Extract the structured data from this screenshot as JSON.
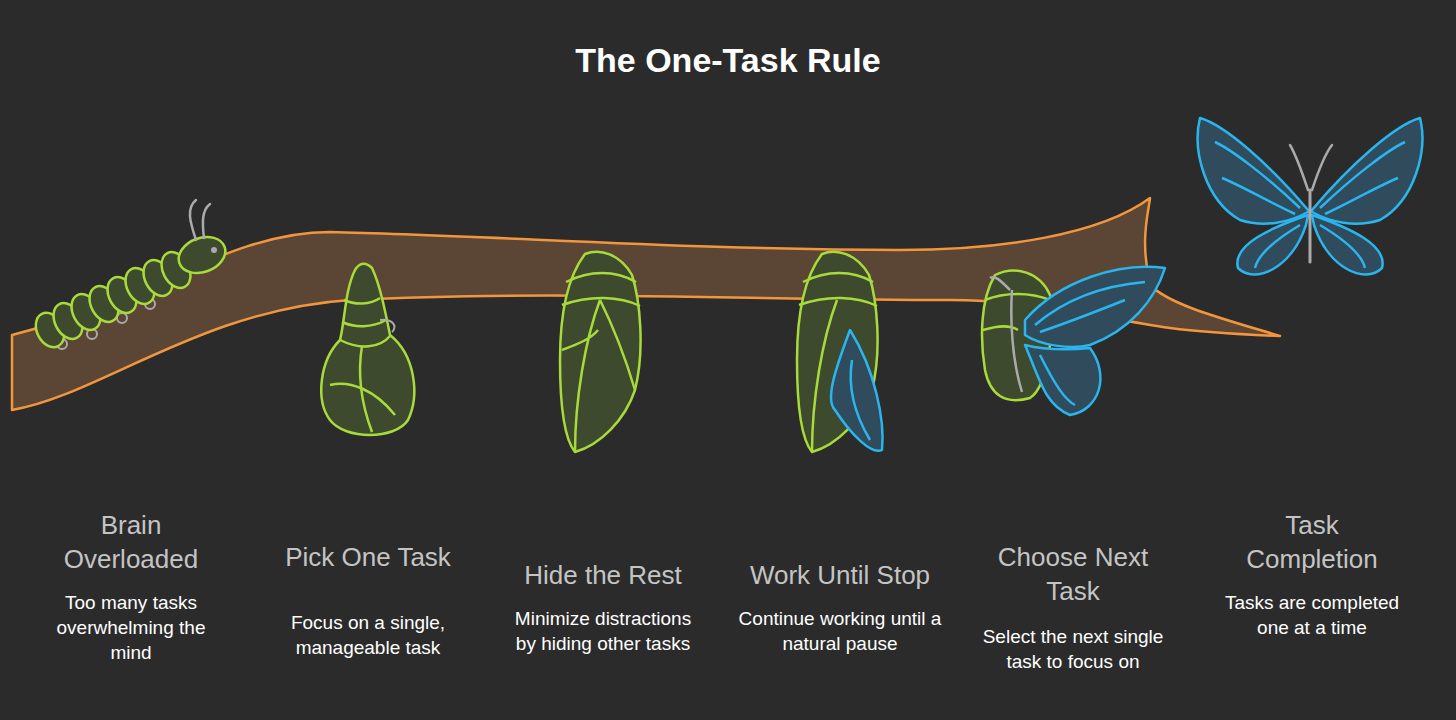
{
  "diagram": {
    "title": "The One-Task Rule",
    "nodes": [
      {
        "text": [
          "Brain Overloaded",
          "Too many tasks overwhelming the mind"
        ]
      },
      {
        "text": [
          "Pick One Task",
          "Focus on a single, manageable task"
        ]
      },
      {
        "text": [
          "Hide the Rest",
          "Minimize distractions by hiding other tasks"
        ]
      },
      {
        "text": [
          "Work Until Stop",
          "Continue working until a natural pause"
        ]
      },
      {
        "text": [
          "Choose Next Task",
          "Select the next single task to focus on"
        ]
      },
      {
        "text": [
          "Task Completion",
          "Tasks are completed one at a time"
        ]
      }
    ]
  }
}
